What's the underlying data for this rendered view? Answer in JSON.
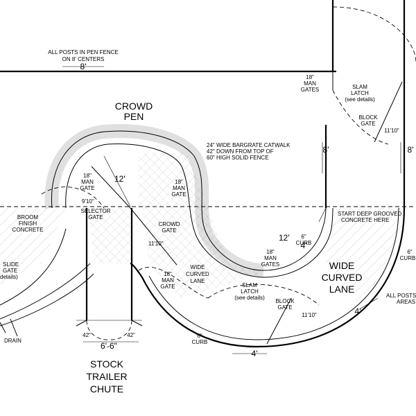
{
  "labels": {
    "post_note_1": "ALL POSTS IN PEN FENCE",
    "post_note_2": "ON 8' CENTERS",
    "post_spacing": "8'",
    "crowd_pen_1": "CROWD",
    "crowd_pen_2": "PEN",
    "catwalk_1": "24\" WIDE BARGRATE CATWALK",
    "catwalk_2": "42\" DOWN FROM TOP OF",
    "catwalk_3": "60\" HIGH SOLID FENCE",
    "radius_12_left": "12'",
    "radius_12_right": "12'",
    "man_gate_tl_1": "18\"",
    "man_gate_tl_2": "MAN",
    "man_gate_tl_3": "GATE",
    "man_gate_mid_1": "18\"",
    "man_gate_mid_2": "MAN",
    "man_gate_mid_3": "GATE",
    "man_gate_low_1": "18\"",
    "man_gate_low_2": "MAN",
    "man_gate_low_3": "GATE",
    "man_gates_c_1": "18\"",
    "man_gates_c_2": "MAN",
    "man_gates_c_3": "GATES",
    "man_gates_tr_1": "18\"",
    "man_gates_tr_2": "MAN",
    "man_gates_tr_3": "GATES",
    "dim_9_10": "9'10\"",
    "selector_1": "SELECTOR",
    "selector_2": "GATE",
    "crowd_gate_1": "CROWD",
    "crowd_gate_2": "GATE",
    "dim_11_10_a": "11'10\"",
    "dim_11_10_b": "11'10\"",
    "dim_11_10_c": "11'10\"",
    "broom_1": "BROOM",
    "broom_2": "FINISH",
    "broom_3": "CONCRETE",
    "slide_1": "SLIDE",
    "slide_2": "GATE",
    "slide_3": "details)",
    "drain": "DRAIN",
    "wide_lane_small_1": "WIDE",
    "wide_lane_small_2": "CURVED",
    "wide_lane_small_3": "LANE",
    "wide_lane_big_1": "WIDE",
    "wide_lane_big_2": "CURVED",
    "wide_lane_big_3": "LANE",
    "slam_c_1": "SLAM",
    "slam_c_2": "LATCH",
    "slam_c_3": "(see details)",
    "slam_tr_1": "SLAM",
    "slam_tr_2": "LATCH",
    "slam_tr_3": "(see details)",
    "block_gate_low_1": "BLOCK",
    "block_gate_low_2": "GATE",
    "block_gate_tr_1": "BLOCK",
    "block_gate_tr_2": "GATE",
    "curb_c_1": "6\"",
    "curb_c_2": "CURB",
    "curb_r_1": "6\"",
    "curb_r_2": "CURB",
    "curb_b_1": "6\"",
    "curb_b_2": "CURB",
    "start_deep_1": "START DEEP GROOVED",
    "start_deep_2": "CONCRETE HERE",
    "all_posts_r_1": "ALL POSTS",
    "all_posts_r_2": "AREAS",
    "dim_4_a": "4'",
    "dim_4_b": "4'",
    "dim_4_c": "4'",
    "dim_8_a": "8'",
    "dim_8_b": "8'",
    "dim_42_a": "42\"",
    "dim_42_b": "42\"",
    "dim_6_6": "6'-6\"",
    "chute_1": "STOCK",
    "chute_2": "TRAILER",
    "chute_3": "CHUTE"
  }
}
